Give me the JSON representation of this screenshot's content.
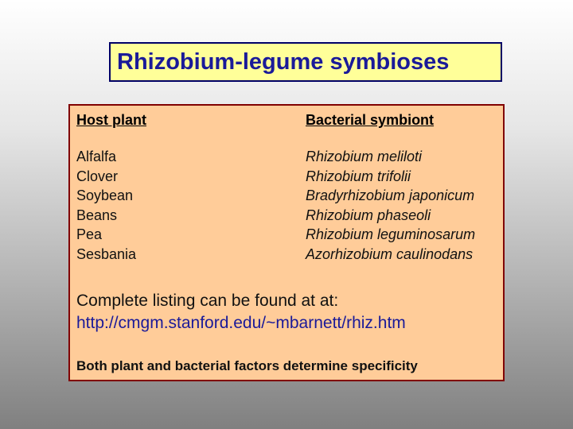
{
  "slide": {
    "title": "Rhizobium-legume symbioses",
    "colors": {
      "title_fill": "#ffff99",
      "title_border": "#000066",
      "title_text": "#1a1a99",
      "box_fill": "#ffcc99",
      "box_border": "#800000",
      "link": "#1a1a99"
    }
  },
  "table": {
    "headers": {
      "host": "Host plant",
      "symbiont": "Bacterial symbiont"
    },
    "rows": [
      {
        "host": "Alfalfa",
        "symbiont": "Rhizobium meliloti"
      },
      {
        "host": "Clover",
        "symbiont": "Rhizobium trifolii"
      },
      {
        "host": "Soybean",
        "symbiont": "Bradyrhizobium japonicum"
      },
      {
        "host": "Beans",
        "symbiont": "Rhizobium phaseoli"
      },
      {
        "host": "Pea",
        "symbiont": "Rhizobium leguminosarum"
      },
      {
        "host": "Sesbania",
        "symbiont": "Azorhizobium caulinodans"
      }
    ]
  },
  "listing": {
    "text": "Complete listing can be found at at:",
    "url": "http://cmgm.stanford.edu/~mbarnett/rhiz.htm"
  },
  "conclusion": "Both plant and bacterial factors determine specificity"
}
